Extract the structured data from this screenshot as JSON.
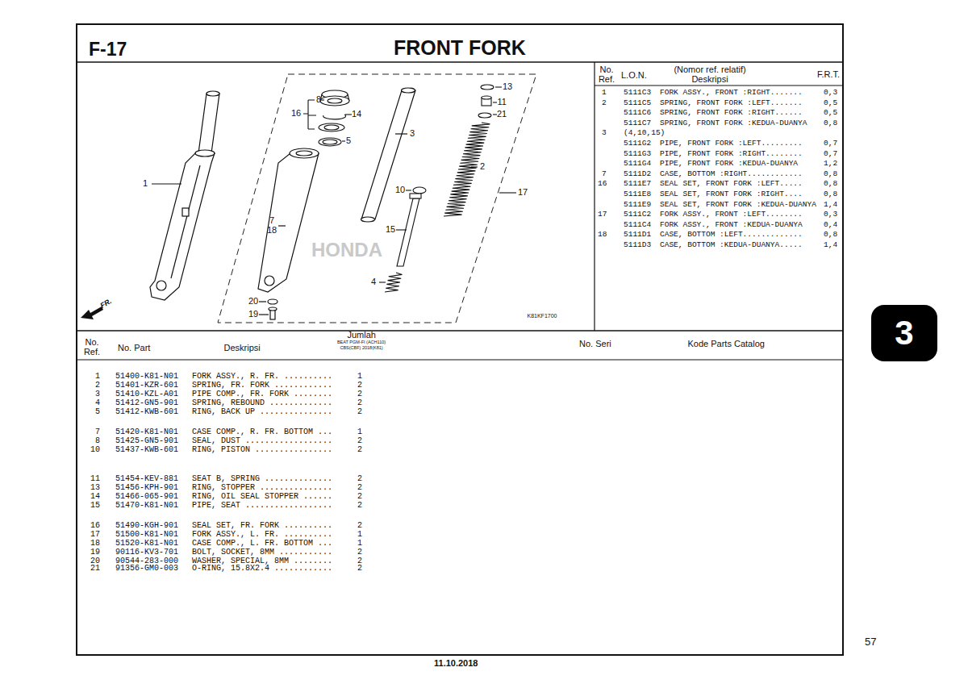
{
  "diagram": {
    "title": "FRONT FORK",
    "nodes": [
      {
        "text": [
          "3"
        ]
      }
    ],
    "labels": [
      "F-17",
      "No. Ref.",
      "L.O.N.",
      "(Nomor ref. relatif) Deskripsi",
      "F.R.T.",
      "1",
      "5111C3",
      "FORK ASSY., FRONT :RIGHT.......",
      "0,3",
      "2",
      "5111C5",
      "SPRING, FRONT FORK :LEFT.......",
      "0,5",
      "5111C6",
      "SPRING, FRONT FORK :RIGHT......",
      "0,5",
      "5111C7",
      "SPRING, FRONT FORK :KEDUA-DUANYA",
      "0,8",
      "3",
      "(4,10,15)",
      "5111G2",
      "PIPE, FRONT FORK :LEFT.........",
      "0,7",
      "5111G3",
      "PIPE, FRONT FORK :RIGHT........",
      "0,7",
      "5111G4",
      "PIPE, FRONT FORK :KEDUA-DUANYA",
      "1,2",
      "7",
      "5111D2",
      "CASE, BOTTOM :RIGHT............",
      "0,8",
      "16",
      "5111E7",
      "SEAL SET, FRONT FORK :LEFT.....",
      "0,8",
      "5111E8",
      "SEAL SET, FRONT FORK :RIGHT....",
      "0,8",
      "5111E9",
      "SEAL SET, FRONT FORK :KEDUA-DUANYA",
      "1,4",
      "17",
      "5111C2",
      "FORK ASSY., FRONT :LEFT........",
      "0,3",
      "5111C4",
      "FORK ASSY., FRONT :KEDUA-DUANYA",
      "0,4",
      "18",
      "5111D1",
      "CASE, BOTTOM :LEFT.............",
      "0,8",
      "5111D3",
      "CASE, BOTTOM :KEDUA-DUANYA.....",
      "1,4",
      "1",
      "8",
      "16",
      "14",
      "5",
      "3",
      "13",
      "11",
      "21",
      "2",
      "17",
      "10",
      "7",
      "18",
      "15",
      "4",
      "20",
      "19",
      "FR.",
      "K81KF1700",
      "HONDA",
      "No. Ref.",
      "No. Part",
      "Deskripsi",
      "Jumlah",
      "BEAT PGM-FI (ACH110) CBS(CBF) 2018(K81)",
      "No. Seri",
      "Kode Parts Catalog",
      "1",
      "51400-K81-N01",
      "FORK ASSY., R. FR. ..........",
      "1",
      "2",
      "51401-KZR-601",
      "SPRING, FR. FORK ............",
      "2",
      "3",
      "51410-KZL-A01",
      "PIPE COMP., FR. FORK ........",
      "2",
      "4",
      "51412-GN5-901",
      "SPRING, REBOUND .............",
      "2",
      "5",
      "51412-KWB-601",
      "RING, BACK UP ...............",
      "2",
      "7",
      "51420-K81-N01",
      "CASE COMP., R. FR. BOTTOM ...",
      "1",
      "8",
      "51425-GN5-901",
      "SEAL, DUST ..................",
      "2",
      "10",
      "51437-KWB-601",
      "RING, PISTON ................",
      "2",
      "11",
      "51454-KEV-881",
      "SEAT B, SPRING ..............",
      "2",
      "13",
      "51456-KPH-901",
      "RING, STOPPER ...............",
      "2",
      "14",
      "51466-065-901",
      "RING, OIL SEAL STOPPER ......",
      "2",
      "15",
      "51470-K81-N01",
      "PIPE, SEAT ..................",
      "2",
      "16",
      "51490-KGH-901",
      "SEAL SET, FR. FORK ..........",
      "2",
      "17",
      "51500-K81-N01",
      "FORK ASSY., L. FR. ..........",
      "1",
      "18",
      "51520-K81-N01",
      "CASE COMP., L. FR. BOTTOM ...",
      "1",
      "19",
      "90116-KV3-701",
      "BOLT, SOCKET, 8MM ...........",
      "2",
      "20",
      "90544-283-000",
      "WASHER, SPECIAL, 8MM ........",
      "2",
      "21",
      "91356-GM0-003",
      "O-RING, 15.8X2.4 ............",
      "2",
      "57",
      "11.10.2018"
    ]
  }
}
